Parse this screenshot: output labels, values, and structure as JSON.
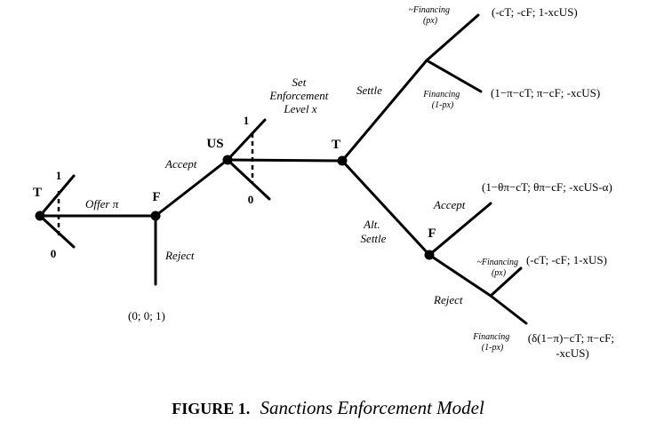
{
  "players": {
    "t_root": "T",
    "f_first": "F",
    "us": "US",
    "t_mid": "T",
    "f_second": "F"
  },
  "actions": {
    "offer": "Offer π",
    "accept_1": "Accept",
    "reject_1": "Reject",
    "set_enforcement": [
      "Set",
      "Enforcement",
      "Level x"
    ],
    "settle": "Settle",
    "alt_settle": [
      "Alt.",
      "Settle"
    ],
    "accept_2": "Accept",
    "reject_2": "Reject"
  },
  "chance": {
    "not_financing_top": [
      "~Financing",
      "(px)"
    ],
    "financing_top": [
      "Financing",
      "(1-px)"
    ],
    "not_financing_bottom": [
      "~Financing",
      "(px)"
    ],
    "financing_bottom": [
      "Financing",
      "(1-px)"
    ]
  },
  "scale_labels": {
    "root_one": "1",
    "root_zero": "0",
    "us_one": "1",
    "us_zero": "0"
  },
  "payoffs": {
    "reject_first": "(0; 0; 1)",
    "settle_no_fin": "(-cT; -cF; 1-xcUS)",
    "settle_fin": "(1−π−cT; π−cF; -xcUS)",
    "alt_accept": "(1−θπ−cT; θπ−cF; -xcUS-α)",
    "alt_reject_no_fin": "(-cT; -cF; 1-xUS)",
    "alt_reject_fin": [
      "(δ(1−π)−cT; π−cF;",
      "-xcUS)"
    ]
  },
  "caption": {
    "label": "FIGURE 1.",
    "title": "Sanctions Enforcement Model"
  }
}
